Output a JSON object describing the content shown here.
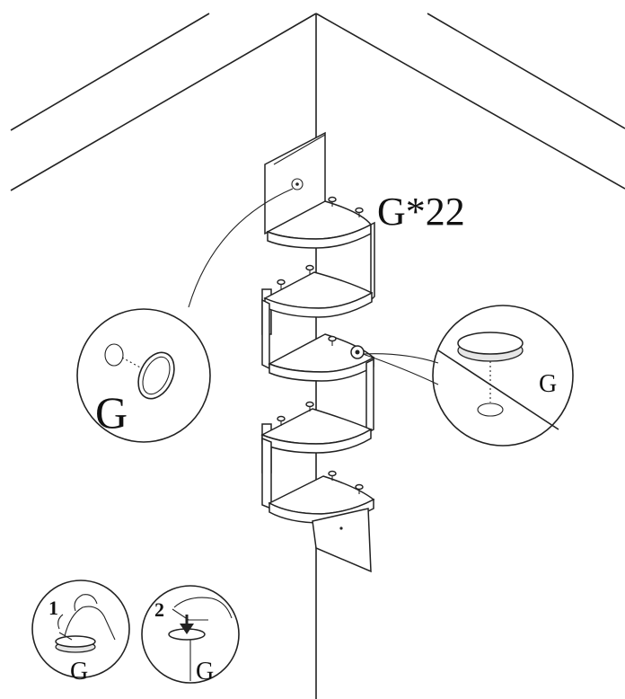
{
  "annotations": {
    "quantity_label": "G*22",
    "left_detail_label": "G",
    "right_detail_label": "G",
    "step1_number": "1",
    "step1_label": "G",
    "step2_number": "2",
    "step2_label": "G"
  },
  "colors": {
    "line": "#222222",
    "background": "#ffffff",
    "shade": "#e6e6e6"
  },
  "icons": [
    "bumper-pad-icon",
    "peel-backing-icon",
    "press-down-arrow-icon"
  ]
}
